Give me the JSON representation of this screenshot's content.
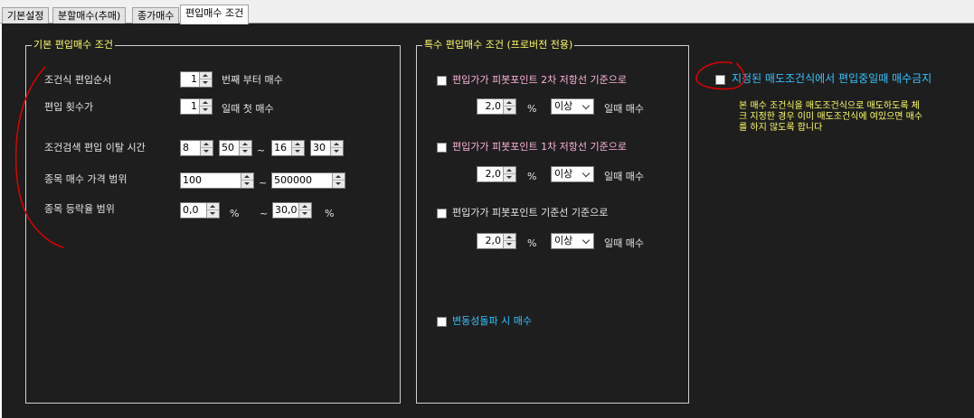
{
  "tabs": [
    {
      "label": "기본설정"
    },
    {
      "label": "분할매수(추매)"
    },
    {
      "label": "종가매수"
    },
    {
      "label": "편입매수 조건"
    }
  ],
  "basic_group": {
    "title": "기본 편입매수 조건",
    "order_label": "조건식 편입순서",
    "order_value": "1",
    "order_suffix": "번째 부터 매수",
    "count_label": "편입 횟수가",
    "count_value": "1",
    "count_suffix": "일때 첫 매수",
    "time_label": "조건검색 편입 이탈 시간",
    "time_start_hour": "8",
    "time_start_min": "50",
    "time_tilde": "~",
    "time_end_hour": "16",
    "time_end_min": "30",
    "price_label": "종목 매수 가격 범위",
    "price_min": "100",
    "price_tilde": "~",
    "price_max": "500000",
    "rate_label": "종목 등락율 범위",
    "rate_min": "0,0",
    "rate_pct1": "%",
    "rate_tilde": "~",
    "rate_max": "30,0",
    "rate_pct2": "%"
  },
  "special_group": {
    "title": "특수 편입매수 조건 (프로버전 전용)",
    "options": [
      {
        "label": "편입가가 피봇포인트 2차 저항선 기준으로",
        "value": "2,0",
        "pct": "%",
        "combo": "이상",
        "suffix": "일때 매수"
      },
      {
        "label": "편입가가 피봇포인트 1차 저항선 기준으로",
        "value": "2,0",
        "pct": "%",
        "combo": "이상",
        "suffix": "일때 매수"
      },
      {
        "label": "편입가가 피봇포인트 기준선 기준으로",
        "value": "2,0",
        "pct": "%",
        "combo": "이상",
        "suffix": "일때 매수"
      }
    ],
    "volatility_label": "변동성돌파 시 매수"
  },
  "sell_condition": {
    "label": "지정된 매도조건식에서 편입중일때 매수금지",
    "note_line1": "본 매수 조건식을 매도조건식으로 매도하도록 체",
    "note_line2": "크 지정한 경우 이미 매도조건식에 여있으면 매수",
    "note_line3": "를 하지 않도록 합니다"
  },
  "colors": {
    "background": "#1e1e1e",
    "group_title": "#ffff66",
    "pink_label": "#ffb3d9",
    "cyan_label": "#33c3ff",
    "annotation_red": "#e00000"
  }
}
